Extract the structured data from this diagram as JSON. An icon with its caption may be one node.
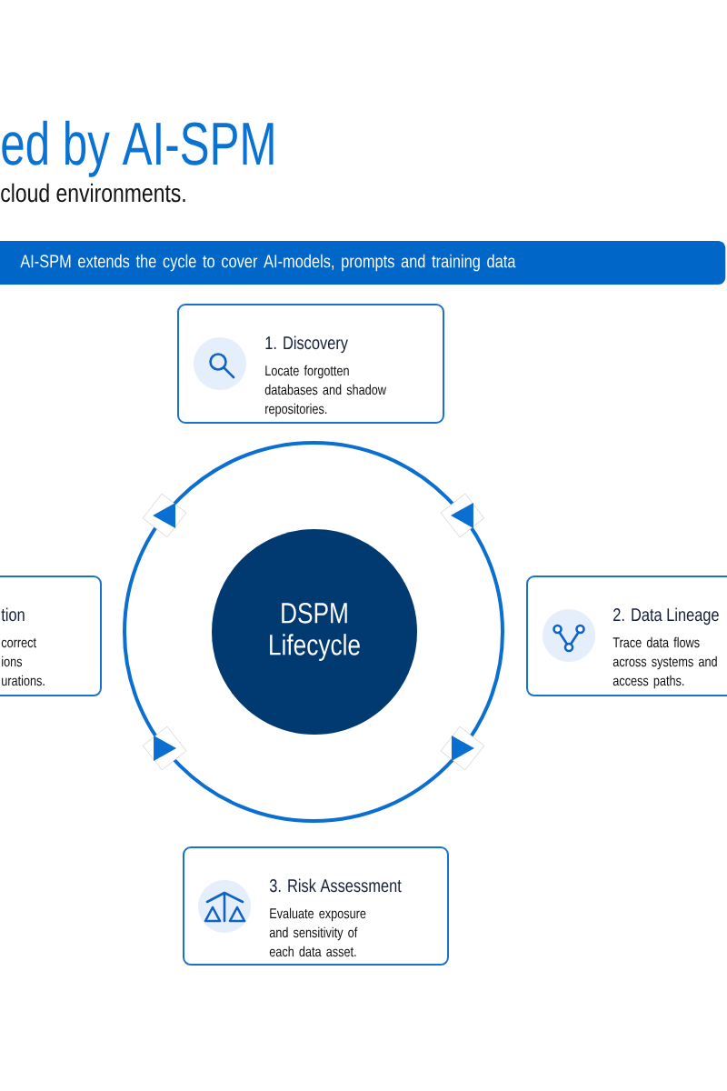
{
  "diagram": {
    "title": "ed by AI-SPM",
    "nodes": [
      {
        "text": [
          "AI-SPM extends the cycle to cover AI-models, prompts and training data"
        ]
      },
      {
        "text": [
          "1. Discovery",
          "Locate forgotten databases and shadow repositories."
        ]
      },
      {
        "text": [
          "tion",
          "correct ions urations."
        ]
      },
      {
        "text": [
          "DSPM Lifecycle"
        ]
      },
      {
        "text": [
          "2. Data Lineage",
          "Trace data flows across systems and access paths."
        ]
      },
      {
        "text": [
          "3. Risk Assessment",
          "Evaluate exposure and sensitivity of each data asset."
        ]
      }
    ],
    "edges": [
      {
        "from": 1,
        "to": 2,
        "arrow": "to"
      },
      {
        "from": 2,
        "to": 5,
        "arrow": "to"
      },
      {
        "from": 5,
        "to": 4,
        "arrow": "to"
      },
      {
        "from": 4,
        "to": 1,
        "arrow": "to"
      }
    ],
    "labels": [
      "cloud environments."
    ]
  }
}
